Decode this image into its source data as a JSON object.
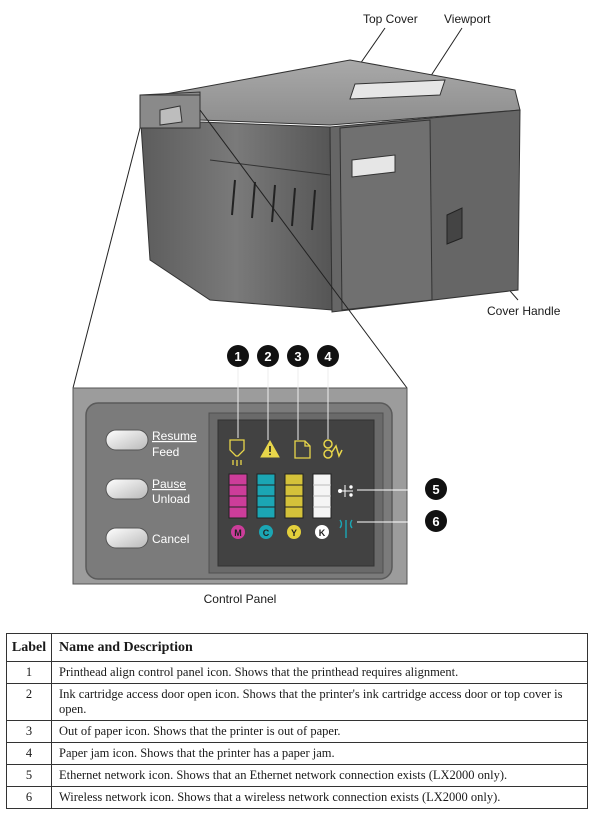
{
  "callouts": {
    "top_cover": "Top Cover",
    "viewport": "Viewport",
    "cover_handle": "Cover Handle"
  },
  "control_panel": {
    "caption": "Control Panel",
    "buttons": [
      {
        "line1": "Resume",
        "line2": "Feed"
      },
      {
        "line1": "Pause",
        "line2": "Unload"
      },
      {
        "line1": "Cancel",
        "line2": ""
      }
    ],
    "number_badges": [
      "1",
      "2",
      "3",
      "4",
      "5",
      "6"
    ],
    "ink_labels": [
      {
        "letter": "M",
        "color": "#cc3d9a"
      },
      {
        "letter": "C",
        "color": "#1ba6b4"
      },
      {
        "letter": "Y",
        "color": "#e3cf3c"
      },
      {
        "letter": "K",
        "color": "#ffffff"
      }
    ],
    "icon_color": "#e8d64a",
    "network_icon_color": "#ffffff",
    "wireless_icon_color": "#1ba6b4"
  },
  "table": {
    "headers": [
      "Label",
      "Name and Description"
    ],
    "rows": [
      {
        "label": "1",
        "description": "Printhead align control panel icon. Shows that the printhead requires alignment."
      },
      {
        "label": "2",
        "description": "Ink cartridge access door open icon. Shows that the printer's ink cartridge access door or top cover is open."
      },
      {
        "label": "3",
        "description": "Out of paper icon. Shows that the printer is out of paper."
      },
      {
        "label": "4",
        "description": "Paper jam icon. Shows that the printer has a paper jam."
      },
      {
        "label": "5",
        "description": "Ethernet network icon. Shows that an Ethernet network connection exists (LX2000 only)."
      },
      {
        "label": "6",
        "description": "Wireless network icon. Shows that a wireless network connection exists (LX2000 only)."
      }
    ]
  }
}
